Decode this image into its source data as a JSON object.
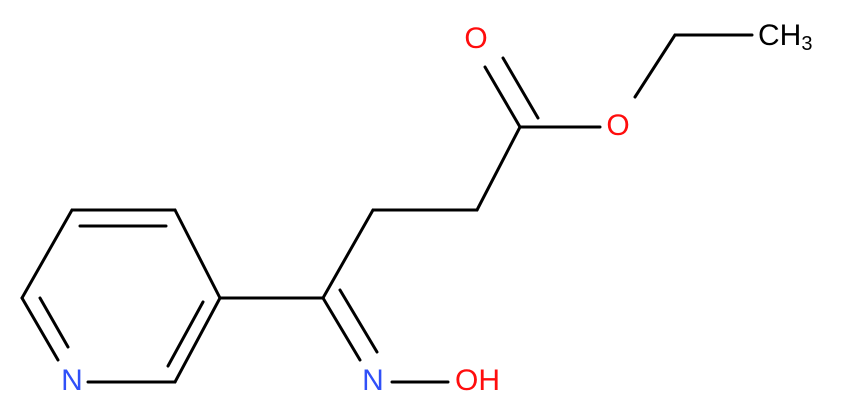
{
  "colors": {
    "bond": "#000000",
    "oxygen": "#ff0d0d",
    "nitrogen": "#3050f8",
    "carbon_label": "#000000"
  },
  "atoms": {
    "carbonyl_o": "O",
    "ester_o": "O",
    "methyl_main": "CH",
    "methyl_sub": "3",
    "oxime_n": "N",
    "hydroxyl": "OH",
    "pyridine_n": "N"
  }
}
